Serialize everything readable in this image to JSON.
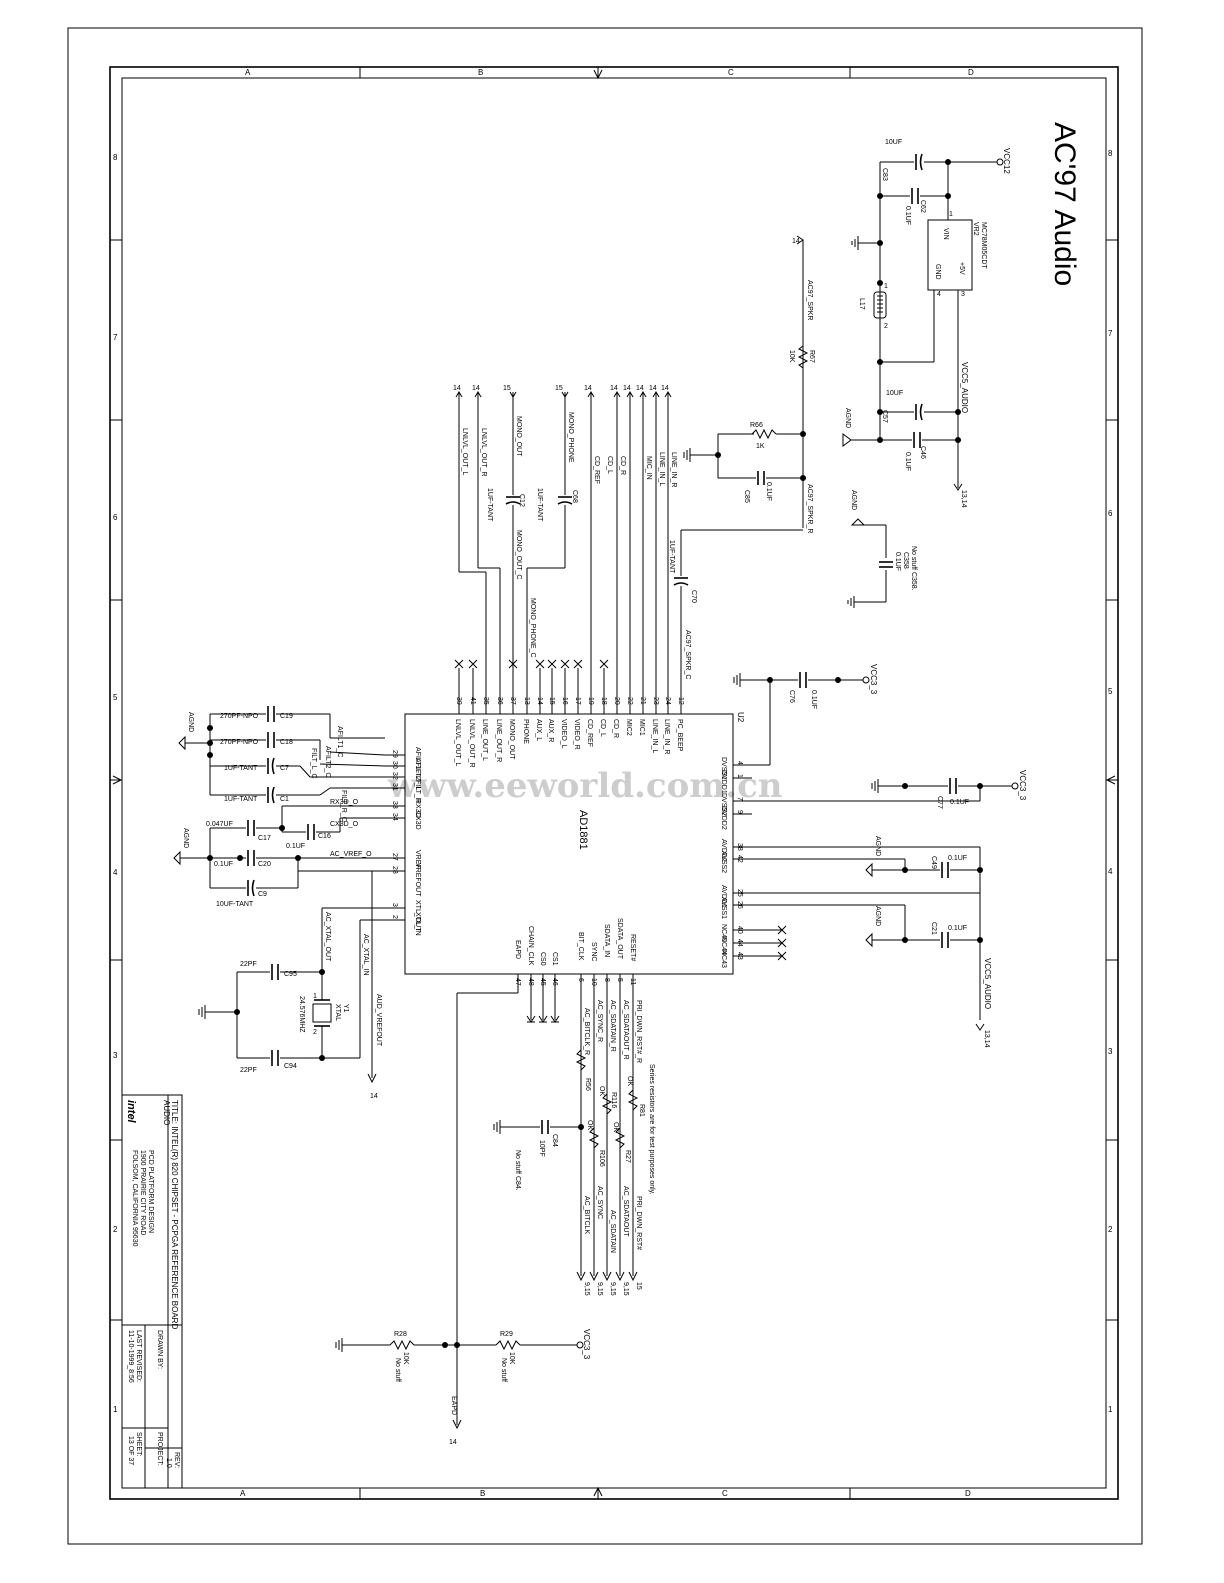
{
  "title": "AC'97 Audio",
  "watermark": "www.eeworld.com.cn",
  "border": {
    "zones_cols": [
      "A",
      "B",
      "C",
      "D"
    ],
    "zones_rows": [
      "8",
      "7",
      "6",
      "5",
      "4",
      "3",
      "2",
      "1"
    ]
  },
  "codec": {
    "ref": "U2",
    "part": "AD1881",
    "pins_top": [
      {
        "num": "39",
        "name": "LNLVL_OUT_L"
      },
      {
        "num": "41",
        "name": "LNLVL_OUT_R"
      },
      {
        "num": "35",
        "name": "LINE_OUT_L"
      },
      {
        "num": "36",
        "name": "LINE_OUT_R"
      },
      {
        "num": "37",
        "name": "MONO_OUT"
      },
      {
        "num": "13",
        "name": "PHONE"
      },
      {
        "num": "14",
        "name": "AUX_L"
      },
      {
        "num": "15",
        "name": "AUX_R"
      },
      {
        "num": "16",
        "name": "VIDEO_L"
      },
      {
        "num": "17",
        "name": "VIDEO_R"
      },
      {
        "num": "19",
        "name": "CD_REF"
      },
      {
        "num": "18",
        "name": "CD_L"
      },
      {
        "num": "20",
        "name": "CD_R"
      },
      {
        "num": "22",
        "name": "MIC2"
      },
      {
        "num": "21",
        "name": "MIC1"
      },
      {
        "num": "23",
        "name": "LINE_IN_L"
      },
      {
        "num": "24",
        "name": "LINE_IN_R"
      },
      {
        "num": "12",
        "name": "PC_BEEP"
      }
    ],
    "pins_left": [
      {
        "num": "29",
        "name": "AFILT1"
      },
      {
        "num": "30",
        "name": "AFILT2"
      },
      {
        "num": "32",
        "name": "FILT_L"
      },
      {
        "num": "31",
        "name": "FILT_R"
      },
      {
        "num": "33",
        "name": "RX3D"
      },
      {
        "num": "34",
        "name": "CX3D"
      },
      {
        "num": "27",
        "name": "VREF"
      },
      {
        "num": "28",
        "name": "VREFOUT"
      },
      {
        "num": "3",
        "name": "XTL_OUT"
      },
      {
        "num": "2",
        "name": "XTL_IN"
      }
    ],
    "pins_right": [
      {
        "num": "4",
        "name": "DVSS1"
      },
      {
        "num": "1",
        "name": "DVDD1"
      },
      {
        "num": "7",
        "name": "DVSS2"
      },
      {
        "num": "9",
        "name": "DVDD2"
      },
      {
        "num": "38",
        "name": "AVDD2"
      },
      {
        "num": "42",
        "name": "AVSS2"
      },
      {
        "num": "25",
        "name": "AVDD1"
      },
      {
        "num": "26",
        "name": "AVSS1"
      },
      {
        "num": "40",
        "name": "NC40"
      },
      {
        "num": "44",
        "name": "NC44"
      },
      {
        "num": "43",
        "name": "NC43"
      }
    ],
    "pins_bottom": [
      {
        "num": "47",
        "name": "EAPD"
      },
      {
        "num": "48",
        "name": "CHAIN_CLK"
      },
      {
        "num": "45",
        "name": "CS0"
      },
      {
        "num": "46",
        "name": "CS1"
      },
      {
        "num": "6",
        "name": "BIT_CLK"
      },
      {
        "num": "10",
        "name": "SYNC"
      },
      {
        "num": "8",
        "name": "SDATA_IN"
      },
      {
        "num": "5",
        "name": "SDATA_OUT"
      },
      {
        "num": "11",
        "name": "RESET#"
      }
    ]
  },
  "regulator": {
    "ref": "VR2",
    "part": "MC78M05CDT",
    "pin_vin": "VIN",
    "pin_gnd": "GND",
    "pin_out": "+5V",
    "n1": "1",
    "n3": "3",
    "n4": "4"
  },
  "components": [
    {
      "ref": "C83",
      "value": "10UF"
    },
    {
      "ref": "C62",
      "value": "0.1UF"
    },
    {
      "ref": "L17",
      "value": ""
    },
    {
      "ref": "C57",
      "value": "10UF"
    },
    {
      "ref": "C46",
      "value": "0.1UF"
    },
    {
      "ref": "R67",
      "value": "10K"
    },
    {
      "ref": "R66",
      "value": "1K"
    },
    {
      "ref": "C85",
      "value": "0.1UF"
    },
    {
      "ref": "C358",
      "value": "0.1UF"
    },
    {
      "ref": "C70",
      "value": "1UF-TANT"
    },
    {
      "ref": "C68",
      "value": "1UF-TANT"
    },
    {
      "ref": "C12",
      "value": "1UF-TANT"
    },
    {
      "ref": "C76",
      "value": "0.1UF"
    },
    {
      "ref": "C77",
      "value": "0.1UF"
    },
    {
      "ref": "C49",
      "value": "0.1UF"
    },
    {
      "ref": "C21",
      "value": "0.1UF"
    },
    {
      "ref": "C19",
      "value": "270PF-NPO"
    },
    {
      "ref": "C18",
      "value": "270PF-NPO"
    },
    {
      "ref": "C7",
      "value": "1UF-TANT"
    },
    {
      "ref": "C1",
      "value": "1UF-TANT"
    },
    {
      "ref": "C17",
      "value": "0.047UF"
    },
    {
      "ref": "C16",
      "value": "0.1UF"
    },
    {
      "ref": "C20",
      "value": "0.1UF"
    },
    {
      "ref": "C9",
      "value": "10UF-TANT"
    },
    {
      "ref": "C95",
      "value": "22PF"
    },
    {
      "ref": "C94",
      "value": "22PF"
    },
    {
      "ref": "Y1",
      "value": "XTAL"
    },
    {
      "ref": "C84",
      "value": "10PF"
    },
    {
      "ref": "R28",
      "value": "10K"
    },
    {
      "ref": "R29",
      "value": "10K"
    }
  ],
  "labels": {
    "vcc12": "VCC12",
    "vcc5_audio": "VCC5_AUDIO",
    "vcc3_3": "VCC3_3",
    "agnd": "AGND",
    "ac97_spkr": "AC97_SPKR",
    "ac97_spkr_r": "AC97_SPKR_R",
    "ac97_spkr_c": "AC97_SPKR_C",
    "mono_phone": "MONO_PHONE",
    "mono_phone_c": "MONO_PHONE_C",
    "mono_out_c": "MONO_OUT_C",
    "ac_vref_o": "AC_VREF_O",
    "rx3d_o": "RX3D_O",
    "cx3d_o": "CX3D_O",
    "afilt1_c": "AFILT1_C",
    "afilt2_c": "AFILT2_C",
    "filt_l_c": "FILT_L_C",
    "filt_r_c": "FILT_R_C",
    "ac_xtal_out": "AC_XTAL_OUT",
    "ac_xtal_in": "AC_XTAL_IN",
    "aud_vrefout": "AUD_VREFOUT",
    "xtal_freq": "24.576MHZ",
    "no_stuff_c358": "No stuff C358.",
    "no_stuff_c84": "No stuff C84.",
    "no_stuff": "No stuff",
    "series_note": "Series resistors are for test purposes only.",
    "r_ok_1": "OK",
    "r_ok_2": "OK",
    "r_ok_3": "OK",
    "r_ok_4": "OK",
    "pri_dwn_rst_r": "PRI_DWN_RST#_R",
    "ac_sdataout_r": "AC_SDATAOUT_R",
    "ac_sdatain_r": "AC_SDATAIN_R",
    "ac_sync_r": "AC_SYNC_R",
    "ac_bitclk_r": "AC_BITCLK_R",
    "pri_dwn_rst": "PRI_DWN_RST#",
    "ac_sdataout": "AC_SDATAOUT",
    "ac_sdatain": "AC_SDATAIN",
    "ac_sync": "AC_SYNC",
    "ac_bitclk": "AC_BITCLK",
    "r116": "R116",
    "r81": "R81",
    "r56": "R56",
    "r106": "R106",
    "r27": "R27",
    "eapd": "EAPD",
    "off_14": "14",
    "off_15": "15",
    "off_13_14": "13,14",
    "off_9_15": "9,15",
    "line_in_r": "LINE_IN_R",
    "line_in_l": "LINE_IN_L",
    "mic_in": "MIC_IN",
    "cd_r": "CD_R",
    "cd_l": "CD_L",
    "cd_ref": "CD_REF",
    "mono_out": "MONO_OUT",
    "lnlvl_out_r": "LNLVL_OUT_R",
    "lnlvl_out_l": "LNLVL_OUT_L"
  },
  "title_block": {
    "title": "TITLE: INTEL(R) 820 CHIPSET - PCPGA REFERENCE BOARD",
    "subtitle": "AUDIO",
    "company_1": "PCD PLATFORM DESIGN",
    "company_2": "1900 PRAIRIE CITY ROAD",
    "company_3": "FOLSOM, CALIFORNIA 95630",
    "logo": "intel",
    "drawn_by": "DRAWN BY:",
    "project": "PROJECT:",
    "rev_label": "REV:",
    "rev": "1.0",
    "last_revised_label": "LAST REVISED:",
    "last_revised": "11-10-1999_8:56",
    "sheet_label": "SHEET:",
    "sheet": "13 OF 37"
  }
}
